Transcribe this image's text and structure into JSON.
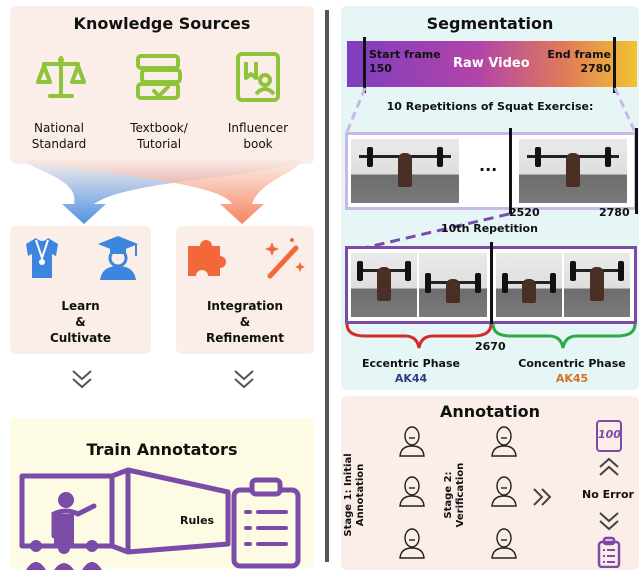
{
  "knowledge": {
    "title": "Knowledge Sources",
    "sources": [
      {
        "icon": "scales-icon",
        "label_line1": "National",
        "label_line2": "Standard"
      },
      {
        "icon": "books-icon",
        "label_line1": "Textbook/",
        "label_line2": "Tutorial"
      },
      {
        "icon": "influencer-book-icon",
        "label_line1": "Influencer",
        "label_line2": "book"
      }
    ],
    "colors": {
      "green": "#8fc33a",
      "blue": "#4a90e2",
      "orange": "#f2683a",
      "purple": "#7b4ba8"
    }
  },
  "learn": {
    "line1": "Learn",
    "line2": "&",
    "line3": "Cultivate"
  },
  "integration": {
    "line1": "Integration",
    "line2": "&",
    "line3": "Refinement"
  },
  "train": {
    "title": "Train Annotators",
    "rules": "Rules"
  },
  "segmentation": {
    "title": "Segmentation",
    "start_label": "Start frame",
    "start_value": "150",
    "raw_video": "Raw Video",
    "end_label": "End frame",
    "end_value": "2780",
    "repetitions": "10 Repetitions of Squat Exercise:",
    "ellipsis": "...",
    "frame_2520": "2520",
    "frame_2780": "2780",
    "tenth": "10th Repetition",
    "frame_2670": "2670",
    "eccentric": "Eccentric Phase",
    "eccentric_code": "AK44",
    "concentric": "Concentric Phase",
    "concentric_code": "AK45"
  },
  "annotation": {
    "title": "Annotation",
    "stage1_line1": "Stage 1: Initial",
    "stage1_line2": "Annotation",
    "stage2_line1": "Stage 2:",
    "stage2_line2": "Verification",
    "no_error": "No Error",
    "score": "100"
  }
}
